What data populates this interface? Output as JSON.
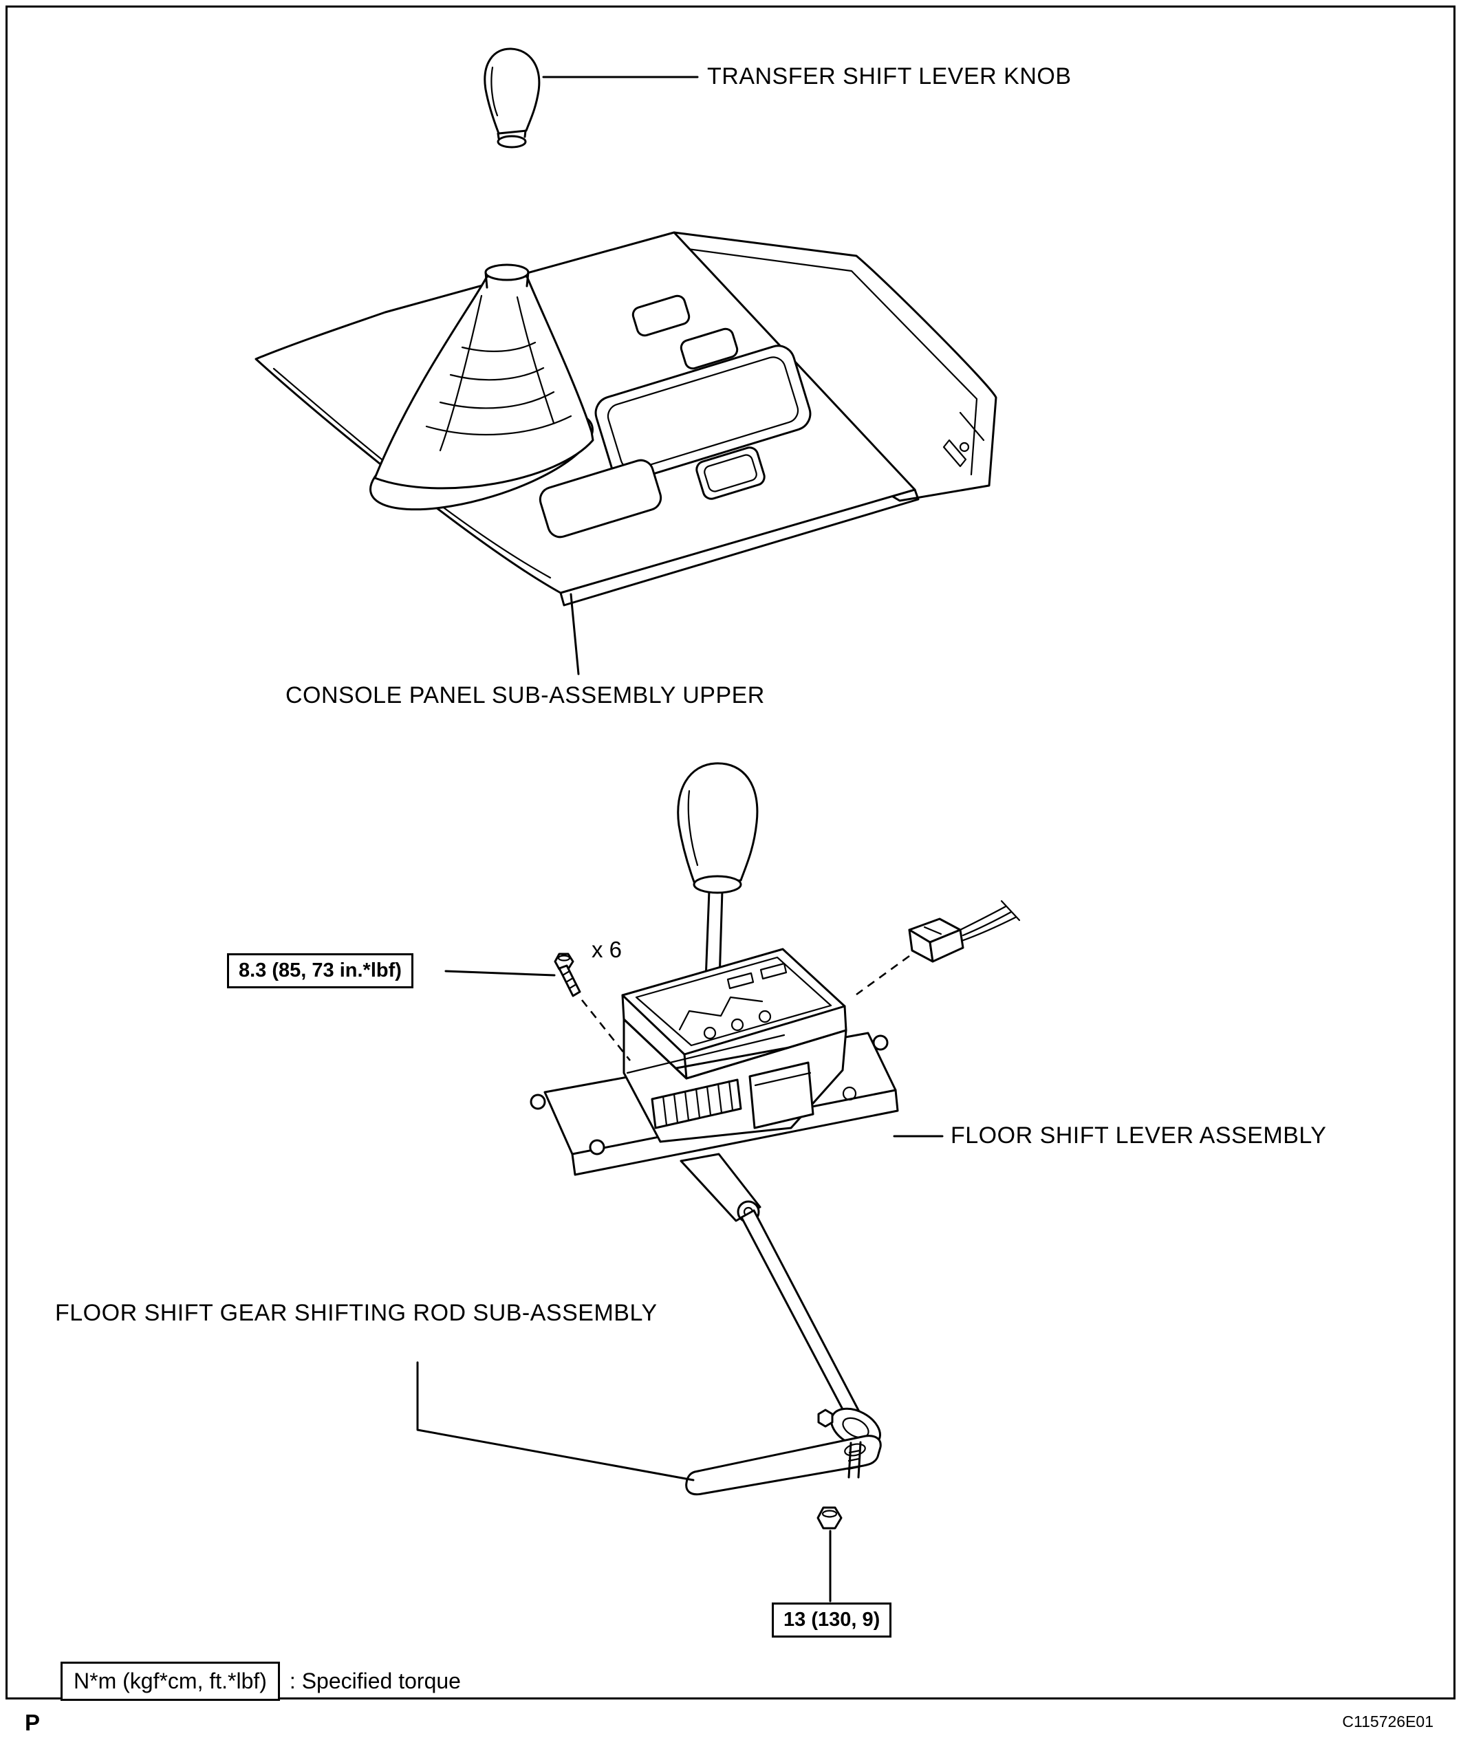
{
  "colors": {
    "line": "#000000",
    "background": "#ffffff"
  },
  "labels": {
    "transfer_knob": "TRANSFER SHIFT LEVER KNOB",
    "console_panel": "CONSOLE PANEL SUB-ASSEMBLY UPPER",
    "floor_shift_assembly": "FLOOR SHIFT LEVER ASSEMBLY",
    "shifting_rod": "FLOOR SHIFT GEAR SHIFTING ROD SUB-ASSEMBLY",
    "bolt_count": "x 6"
  },
  "torque_specs": {
    "bolt": "8.3 (85, 73 in.*lbf)",
    "rod_nut": "13 (130, 9)"
  },
  "legend": {
    "unit_box": "N*m (kgf*cm, ft.*lbf)",
    "description": ": Specified torque"
  },
  "footer": {
    "page_marker": "P",
    "figure_code": "C115726E01"
  }
}
